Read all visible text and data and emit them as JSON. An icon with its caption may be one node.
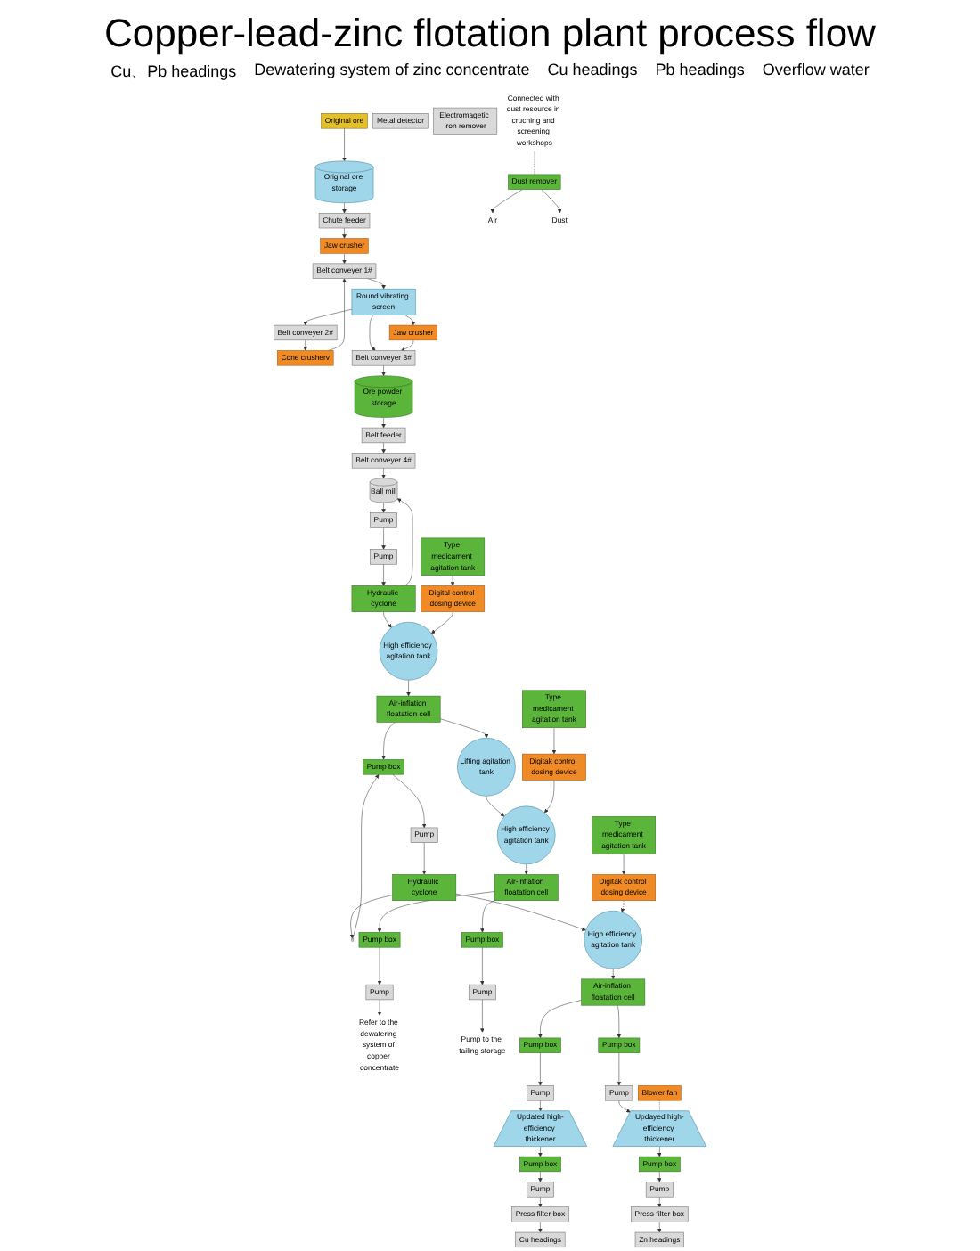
{
  "diagram": {
    "title": "Copper-lead-zinc flotation plant process flow",
    "nodes": [
      {
        "text": [
          "Original ore"
        ]
      },
      {
        "text": [
          "Original ore storage"
        ]
      },
      {
        "text": [
          "Chute feeder"
        ]
      },
      {
        "text": [
          "Jaw crusher"
        ]
      },
      {
        "text": [
          "Belt conveyer 1#"
        ]
      },
      {
        "text": [
          "Metal detector"
        ]
      },
      {
        "text": [
          "Electromagetic iron remover"
        ]
      },
      {
        "text": [
          "Cone crusherv"
        ]
      },
      {
        "text": [
          "Belt conveyer 2#"
        ]
      },
      {
        "text": [
          "Round vibrating screen"
        ]
      },
      {
        "text": [
          "Jaw crusher"
        ]
      },
      {
        "text": [
          "Belt conveyer 3#"
        ]
      },
      {
        "text": [
          "Ore powder storage"
        ]
      },
      {
        "text": [
          "Belt feeder"
        ]
      },
      {
        "text": [
          "Belt conveyer 4#"
        ]
      },
      {
        "text": [
          "Dust remover"
        ]
      },
      {
        "text": [
          "Air"
        ]
      },
      {
        "text": [
          "Dust"
        ]
      },
      {
        "text": [
          "Connected with dust resource in cruching and screening workshops"
        ]
      },
      {
        "text": [
          "Hydraulic cyclone"
        ]
      },
      {
        "text": [
          "Ball mill"
        ]
      },
      {
        "text": [
          "Pump"
        ]
      },
      {
        "text": [
          "Pump"
        ]
      },
      {
        "text": [
          "Hydraulic cyclone"
        ]
      },
      {
        "text": [],
        "shape": "cylinder"
      },
      {
        "text": [
          "High efficiency agitation tank"
        ]
      },
      {
        "text": [
          "Type medicament agitation tank"
        ]
      },
      {
        "text": [
          "Digital control dosing device"
        ]
      },
      {
        "text": [
          "Type medicament agitation tank"
        ]
      },
      {
        "text": [
          "Digitak control dosing device"
        ]
      },
      {
        "text": [
          "Type medicament agitation tank"
        ]
      },
      {
        "text": [
          "Digitak control dosing device"
        ]
      },
      {
        "text": [
          "Air-inflation floatation cell"
        ]
      },
      {
        "text": [
          "Pump box"
        ]
      },
      {
        "text": [
          "Pump"
        ]
      },
      {
        "text": [
          "Lifting agitation tank"
        ]
      },
      {
        "text": [
          "High efficiency agitation tank"
        ]
      },
      {
        "text": [
          "Air-inflation floatation cell"
        ]
      },
      {
        "text": [
          "Pump box"
        ]
      },
      {
        "text": [
          "Pump"
        ]
      },
      {
        "text": [
          "Refer to the dewatering system of copper concentrate"
        ]
      },
      {
        "text": [
          "Pump box"
        ]
      },
      {
        "text": [
          "Pump"
        ]
      },
      {
        "text": [
          "Pump to the tailing storage"
        ]
      },
      {
        "text": [
          "High efficiency agitation tank"
        ]
      },
      {
        "text": [
          "Air-inflation floatation cell"
        ]
      },
      {
        "text": [
          "Pump box"
        ]
      },
      {
        "text": [
          "Pump"
        ]
      },
      {
        "text": [
          "Updated high-efficiency thickener"
        ]
      },
      {
        "text": [
          "Pump box"
        ]
      },
      {
        "text": [
          "Pump"
        ]
      },
      {
        "text": [
          "Press filter box"
        ]
      },
      {
        "text": [
          "Cu headings"
        ]
      },
      {
        "text": [
          "Pump box"
        ]
      },
      {
        "text": [
          "Pump"
        ]
      },
      {
        "text": [
          "Blower fan"
        ]
      },
      {
        "text": [
          "Updayed high-efficiency thickener"
        ]
      },
      {
        "text": [
          "Pump box"
        ]
      },
      {
        "text": [
          "Pump"
        ]
      },
      {
        "text": [
          "Press filter box"
        ]
      },
      {
        "text": [
          "Zn headings"
        ]
      }
    ],
    "edges": [
      {
        "from": 0,
        "to": 1,
        "arrow": "to"
      },
      {
        "from": 1,
        "to": 2,
        "arrow": "to"
      },
      {
        "from": 2,
        "to": 3,
        "arrow": "to"
      },
      {
        "from": 3,
        "to": 4,
        "arrow": "to"
      },
      {
        "from": 7,
        "to": 4,
        "arrow": "to"
      },
      {
        "from": 4,
        "to": 9,
        "arrow": "to"
      },
      {
        "from": 9,
        "to": 8,
        "arrow": "to"
      },
      {
        "from": 8,
        "to": 7,
        "arrow": "to"
      },
      {
        "from": 9,
        "to": 10,
        "arrow": "to"
      },
      {
        "from": 9,
        "to": 11,
        "arrow": "to"
      },
      {
        "from": 10,
        "to": 11,
        "arrow": "to"
      },
      {
        "from": 11,
        "to": 12,
        "arrow": "to"
      },
      {
        "from": 12,
        "to": 13,
        "arrow": "to"
      },
      {
        "from": 13,
        "to": 14,
        "arrow": "to"
      },
      {
        "from": 14,
        "to": 20,
        "arrow": "to"
      },
      {
        "from": 18,
        "to": 15,
        "arrow": "none",
        "style": "dashed"
      },
      {
        "from": 15,
        "to": 16,
        "arrow": "to"
      },
      {
        "from": 15,
        "to": 17,
        "arrow": "to"
      },
      {
        "from": 20,
        "to": 21,
        "arrow": "to"
      },
      {
        "from": 21,
        "to": 22,
        "arrow": "to"
      },
      {
        "from": 22,
        "to": 19,
        "arrow": "to"
      },
      {
        "from": 19,
        "to": 20,
        "arrow": "to"
      },
      {
        "from": 19,
        "to": 25,
        "arrow": "to"
      },
      {
        "from": 26,
        "to": 27,
        "arrow": "to"
      },
      {
        "from": 27,
        "to": 25,
        "arrow": "to"
      },
      {
        "from": 25,
        "to": 32,
        "arrow": "to"
      },
      {
        "from": 32,
        "to": 33,
        "arrow": "to"
      },
      {
        "from": 33,
        "to": 34,
        "arrow": "to"
      },
      {
        "from": 34,
        "to": 23,
        "arrow": "to"
      },
      {
        "from": 23,
        "to": 24,
        "arrow": "to"
      },
      {
        "from": 24,
        "to": 33,
        "arrow": "to"
      },
      {
        "from": 23,
        "to": 44,
        "arrow": "to"
      },
      {
        "from": 32,
        "to": 35,
        "arrow": "to"
      },
      {
        "from": 35,
        "to": 36,
        "arrow": "to"
      },
      {
        "from": 28,
        "to": 29,
        "arrow": "to"
      },
      {
        "from": 29,
        "to": 36,
        "arrow": "to"
      },
      {
        "from": 36,
        "to": 37,
        "arrow": "to"
      },
      {
        "from": 37,
        "to": 38,
        "arrow": "to"
      },
      {
        "from": 38,
        "to": 39,
        "arrow": "to"
      },
      {
        "from": 39,
        "to": 40,
        "arrow": "to"
      },
      {
        "from": 37,
        "to": 41,
        "arrow": "to"
      },
      {
        "from": 41,
        "to": 42,
        "arrow": "to"
      },
      {
        "from": 42,
        "to": 43,
        "arrow": "to"
      },
      {
        "from": 30,
        "to": 31,
        "arrow": "to"
      },
      {
        "from": 31,
        "to": 44,
        "arrow": "to",
        "style": "dashed"
      },
      {
        "from": 44,
        "to": 45,
        "arrow": "to"
      },
      {
        "from": 45,
        "to": 46,
        "arrow": "to"
      },
      {
        "from": 46,
        "to": 47,
        "arrow": "to"
      },
      {
        "from": 47,
        "to": 48,
        "arrow": "to"
      },
      {
        "from": 48,
        "to": 49,
        "arrow": "to"
      },
      {
        "from": 49,
        "to": 50,
        "arrow": "to"
      },
      {
        "from": 50,
        "to": 51,
        "arrow": "to"
      },
      {
        "from": 51,
        "to": 52,
        "arrow": "to"
      },
      {
        "from": 45,
        "to": 53,
        "arrow": "to"
      },
      {
        "from": 53,
        "to": 54,
        "arrow": "to"
      },
      {
        "from": 54,
        "to": 56,
        "arrow": "to"
      },
      {
        "from": 55,
        "to": 56,
        "arrow": "none",
        "style": "dashed"
      },
      {
        "from": 56,
        "to": 57,
        "arrow": "to"
      },
      {
        "from": 57,
        "to": 58,
        "arrow": "to"
      },
      {
        "from": 58,
        "to": 59,
        "arrow": "to"
      },
      {
        "from": 59,
        "to": 60,
        "arrow": "to"
      }
    ],
    "labels": [
      "Cu、Pb headings",
      "Dewatering system of zinc concentrate",
      "Cu headings",
      "Pb headings",
      "Overflow water"
    ]
  }
}
